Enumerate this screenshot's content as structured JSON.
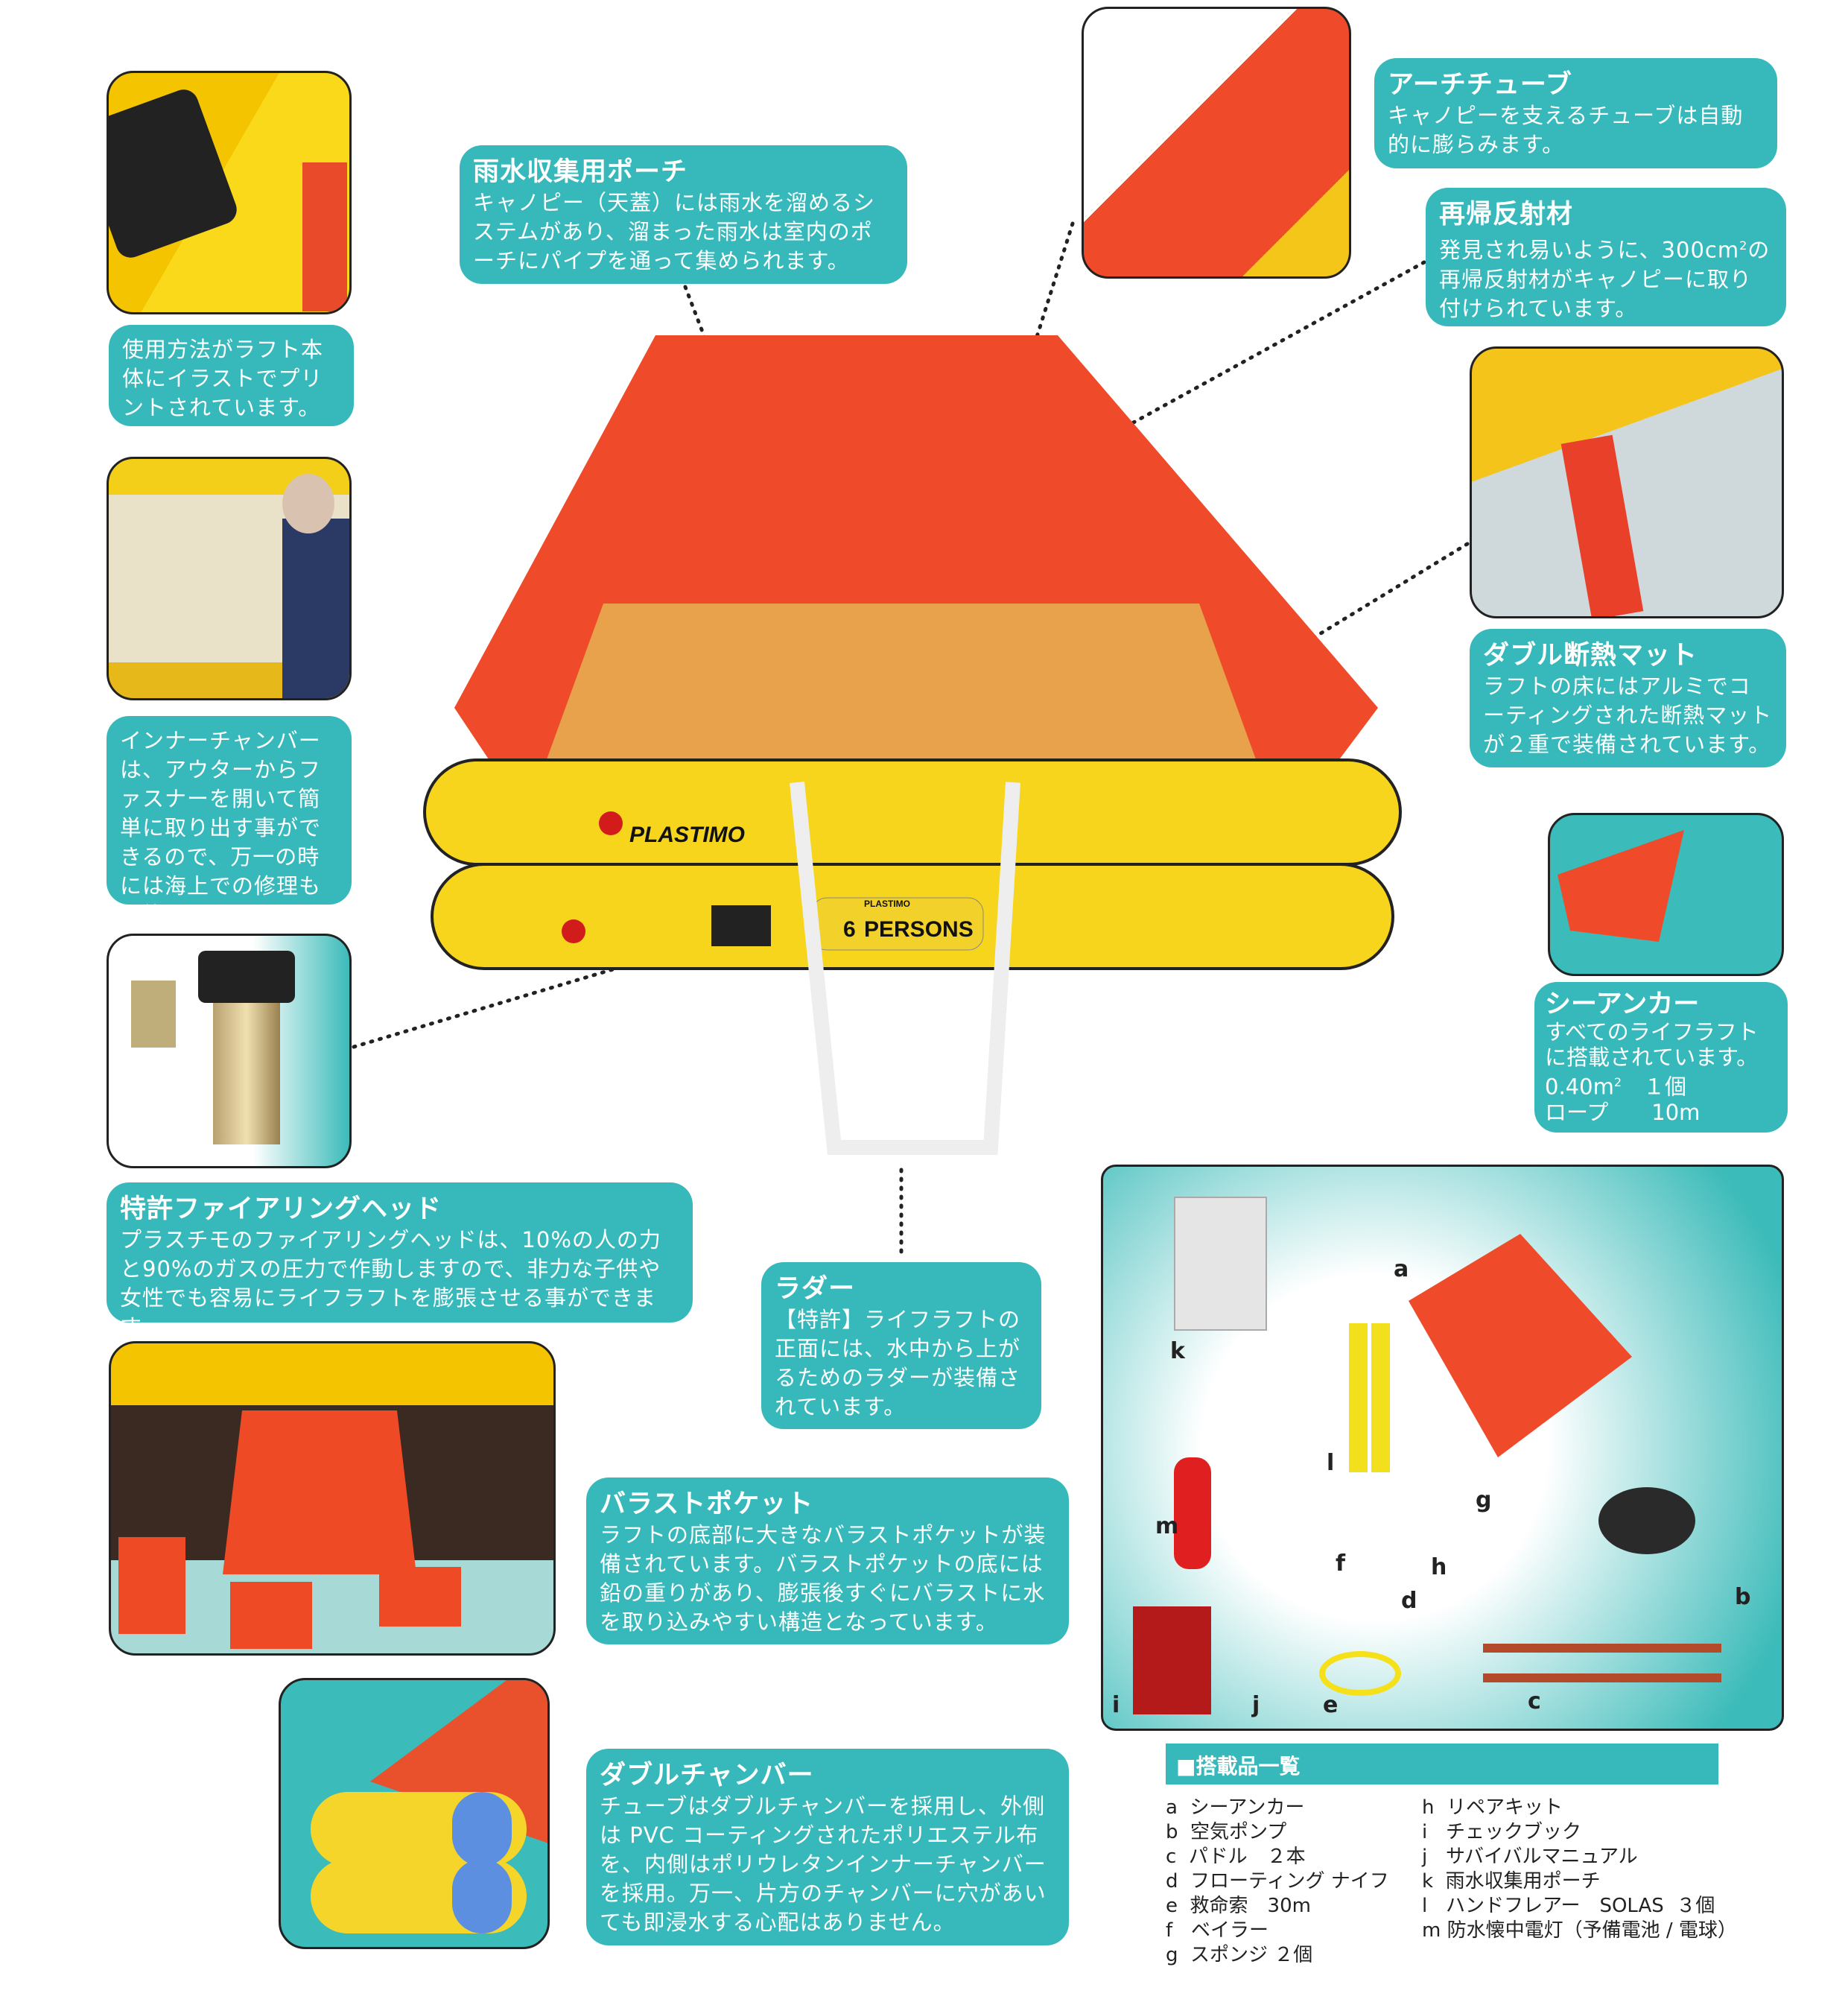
{
  "captions": {
    "instructions": {
      "body": "使用方法がラフト本体にイラストでプリントされています。"
    },
    "inner_chamber": {
      "body": "インナーチャンバーは、アウターからファスナーを開いて簡単に取り出す事ができるので、万一の時には海上での修理も可能です。"
    },
    "firing_head": {
      "title": "特許ファイアリングヘッド",
      "body": "プラスチモのファイアリングヘッドは、10%の人の力と90%のガスの圧力で作動しますので、非力な子供や女性でも容易にライフラフトを膨張させる事ができます。"
    },
    "rain_pouch": {
      "title": "雨水収集用ポーチ",
      "body": "キャノピー（天蓋）には雨水を溜めるシステムがあり、溜まった雨水は室内のポーチにパイプを通って集められます。"
    },
    "arch_tube": {
      "title": "アーチチューブ",
      "body": "キャノピーを支えるチューブは自動的に膨らみます。"
    },
    "retro": {
      "title": "再帰反射材",
      "body_a": "発見され易いように、300cm",
      "sup": "2",
      "body_b": "の再帰反射材がキャノピーに取り付けられています。"
    },
    "mat": {
      "title": "ダブル断熱マット",
      "body": "ラフトの床にはアルミでコーティングされた断熱マットが２重で装備されています。"
    },
    "sea_anchor": {
      "title": "シーアンカー",
      "body": "すべてのライフラフトに搭載されています。",
      "size": "0.40m",
      "sup": "2",
      "count": "１個",
      "rope": "ロープ　　10m"
    },
    "ladder": {
      "title": "ラダー",
      "body": "【特許】ライフラフトの正面には、水中から上がるためのラダーが装備されています。"
    },
    "ballast": {
      "title": "バラストポケット",
      "body": "ラフトの底部に大きなバラストポケットが装備されています。バラストポケットの底には鉛の重りがあり、膨張後すぐにバラストに水を取り込みやすい構造となっています。"
    },
    "double_chamber": {
      "title": "ダブルチャンバー",
      "body": "チューブはダブルチャンバーを採用し、外側は PVC コーティングされたポリエステル布を、内側はポリウレタンインナーチャンバーを採用。万一、片方のチャンバーに穴があいても即浸水する心配はありません。"
    }
  },
  "raft": {
    "brand": "PLASTIMO",
    "cylinder_brand": "PLASTIMO",
    "persons_num": "6",
    "persons": "PERSONS"
  },
  "equipment": {
    "labels": [
      "a",
      "b",
      "c",
      "d",
      "e",
      "f",
      "g",
      "h",
      "i",
      "j",
      "k",
      "l",
      "m"
    ],
    "list_title": "■搭載品一覧",
    "col1": [
      "a  シーアンカー",
      "b  空気ポンプ",
      "c  パドル　２本",
      "d  フローティング ナイフ",
      "e  救命索　30m",
      "f   ベイラー",
      "g  スポンジ ２個"
    ],
    "col2": [
      "h  リペアキット",
      "i   チェックブック",
      "j   サバイバルマニュアル",
      "k  雨水収集用ポーチ",
      "l   ハンドフレアー　SOLAS  ３個",
      "m 防水懐中電灯（予備電池 / 電球）"
    ]
  },
  "colors": {
    "teal": "#37b9bb",
    "raft_yellow": "#f7d51c",
    "canopy": "#ef4a2a"
  }
}
